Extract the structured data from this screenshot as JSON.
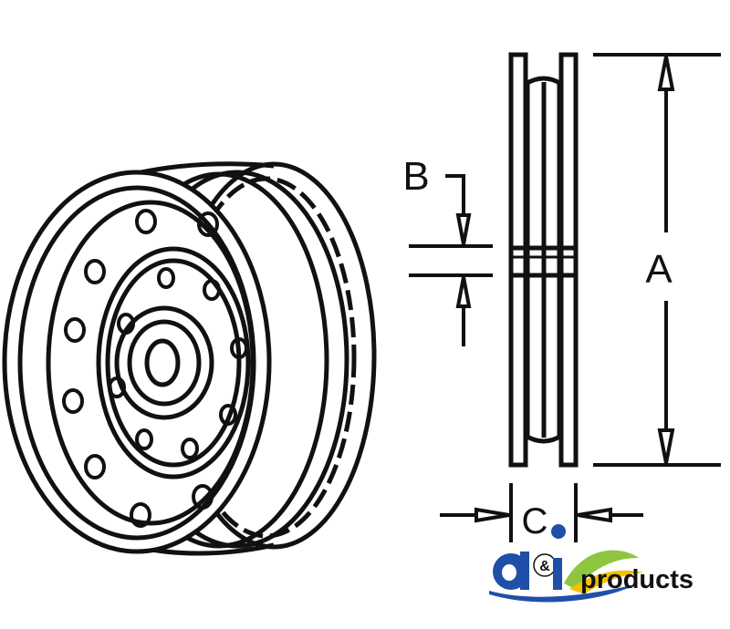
{
  "labels": {
    "a": "A",
    "b": "B",
    "c": "C"
  },
  "logo": {
    "text": "products",
    "brand": "a&i",
    "colors": {
      "blue": "#1f4fa8",
      "green": "#8ec63f",
      "yellow": "#f2c200",
      "ink": "#111111"
    }
  }
}
